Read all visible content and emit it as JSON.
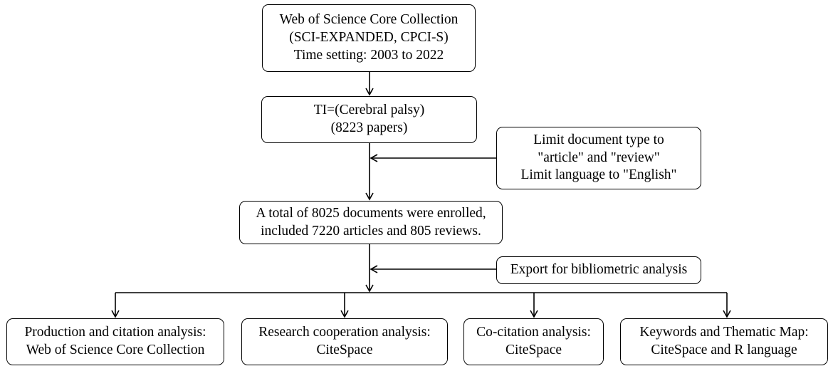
{
  "flowchart": {
    "source": {
      "line1": "Web of Science Core Collection",
      "line2": "(SCI-EXPANDED, CPCI-S)",
      "line3": "Time setting: 2003 to 2022"
    },
    "query": {
      "line1": "TI=(Cerebral palsy)",
      "line2": "(8223 papers)"
    },
    "filter": {
      "line1": "Limit document type to",
      "line2": "\"article\" and \"review\"",
      "line3": "Limit language to \"English\""
    },
    "enrolled": {
      "line1": "A total of 8025 documents were enrolled,",
      "line2": "included 7220 articles and 805 reviews."
    },
    "export": {
      "line1": "Export for bibliometric analysis"
    },
    "analyses": [
      {
        "line1": "Production and citation analysis:",
        "line2": "Web of Science Core Collection"
      },
      {
        "line1": "Research cooperation analysis:",
        "line2": "CiteSpace"
      },
      {
        "line1": "Co-citation analysis:",
        "line2": "CiteSpace"
      },
      {
        "line1": "Keywords and Thematic Map:",
        "line2": "CiteSpace and R language"
      }
    ]
  }
}
